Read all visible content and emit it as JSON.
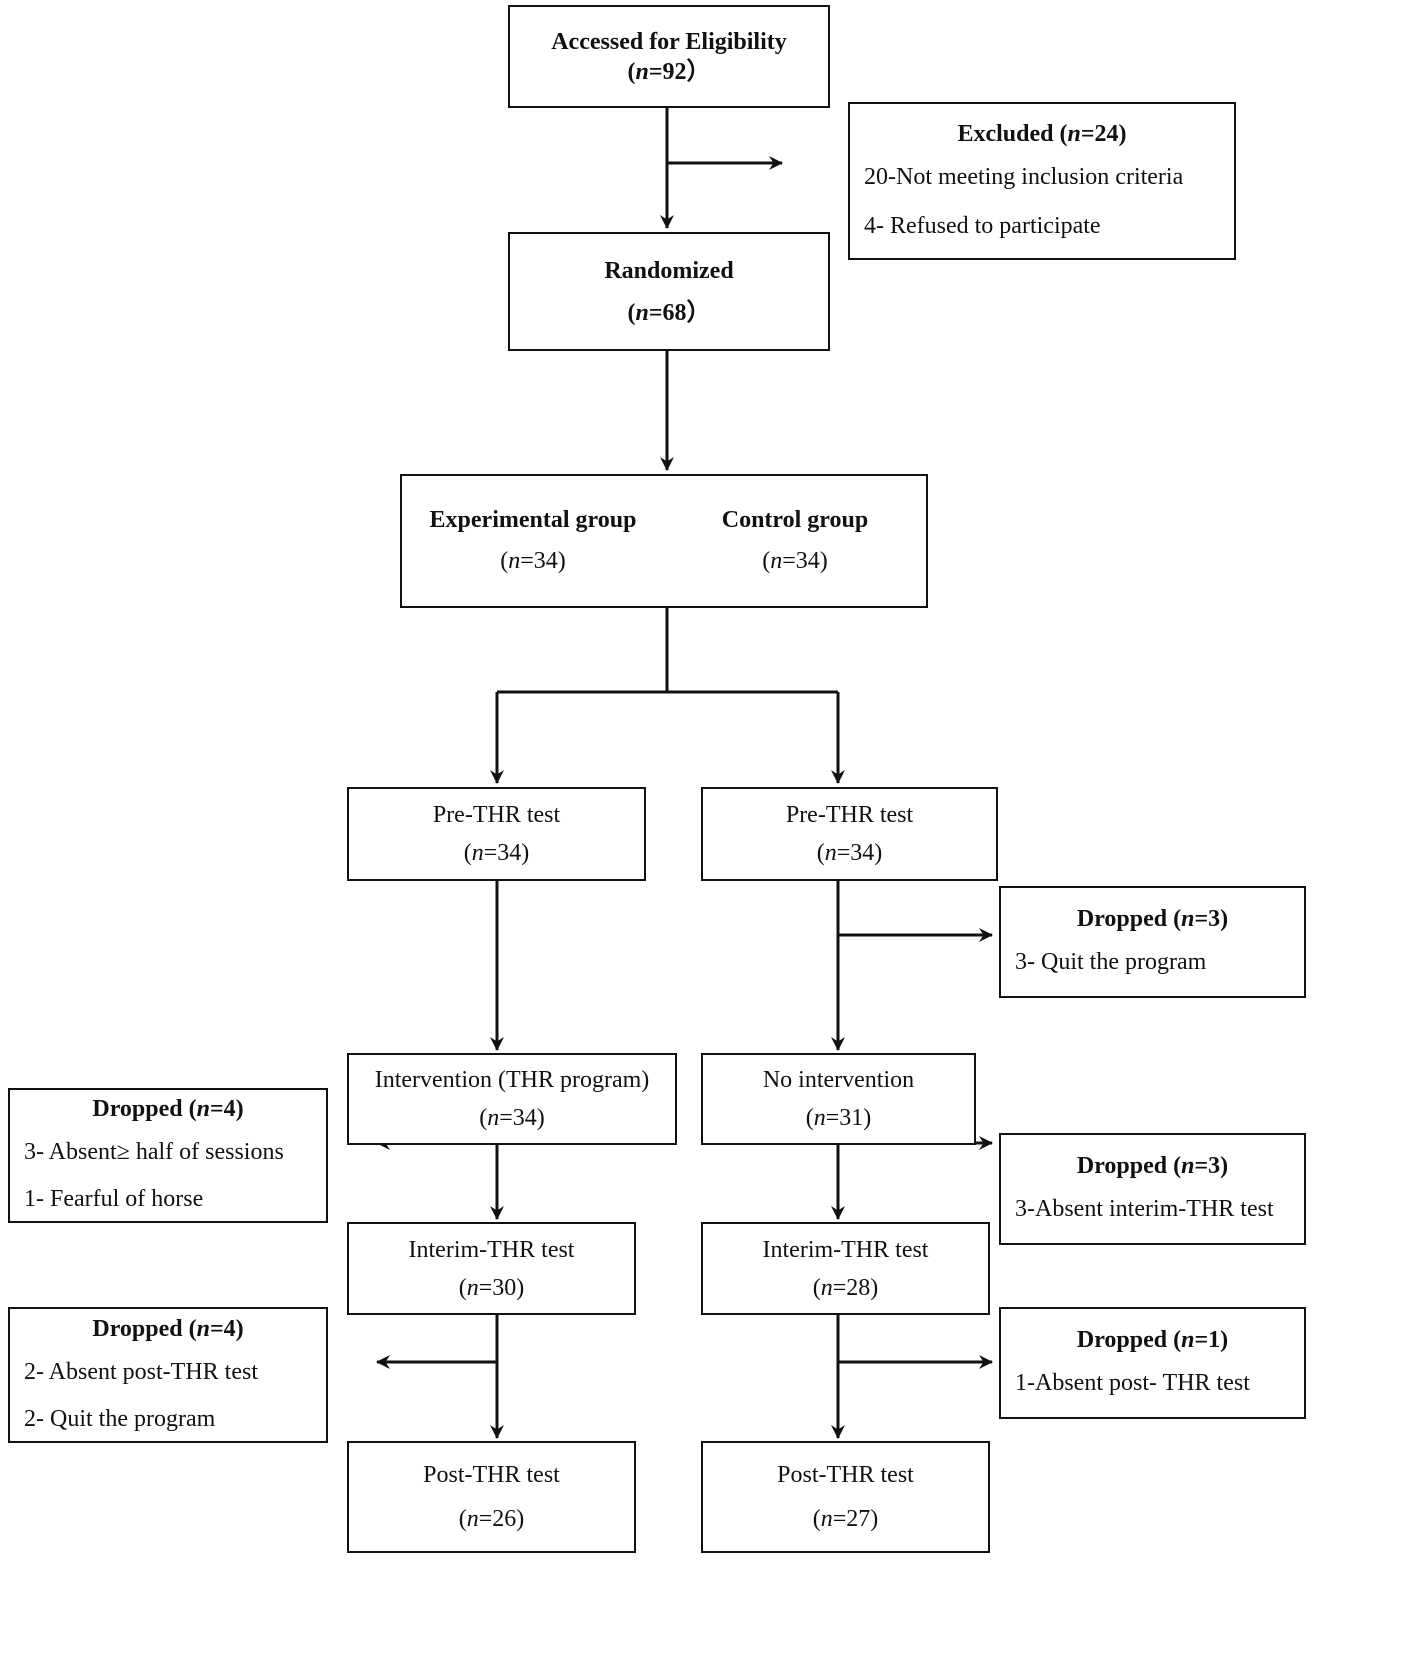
{
  "diagram": {
    "title": "CONSORT participant flow diagram",
    "nodes": {
      "eligibility": {
        "label": "Accessed for Eligibility",
        "count": "(n=92）"
      },
      "excluded": {
        "title": "Excluded (n=24)",
        "lines": [
          "20-Not meeting inclusion criteria",
          "4- Refused to participate"
        ]
      },
      "randomized": {
        "label": "Randomized",
        "count": "(n=68）"
      },
      "groups": {
        "experimental": {
          "label": "Experimental group",
          "count": "(n=34)"
        },
        "control": {
          "label": "Control group",
          "count": "(n=34)"
        }
      },
      "pre_thr_left": {
        "label": "Pre-THR test",
        "count": "(n=34)"
      },
      "pre_thr_right": {
        "label": "Pre-THR test",
        "count": "(n=34)"
      },
      "dropped_right_1": {
        "title": "Dropped (n=3)",
        "lines": [
          "3- Quit the program"
        ]
      },
      "intervention": {
        "label": "Intervention (THR program)",
        "count": "(n=34)"
      },
      "no_intervention": {
        "label": "No intervention",
        "count": "(n=31)"
      },
      "dropped_left_1": {
        "title": "Dropped (n=4)",
        "lines": [
          "3- Absent≥ half of sessions",
          "1- Fearful of horse"
        ]
      },
      "dropped_right_2": {
        "title": "Dropped (n=3)",
        "lines": [
          "3-Absent interim-THR test"
        ]
      },
      "interim_left": {
        "label": "Interim-THR test",
        "count": "(n=30)"
      },
      "interim_right": {
        "label": "Interim-THR test",
        "count": "(n=28)"
      },
      "dropped_left_2": {
        "title": "Dropped (n=4)",
        "lines": [
          "2- Absent post-THR test",
          "2- Quit the program"
        ]
      },
      "dropped_right_3": {
        "title": "Dropped (n=1)",
        "lines": [
          "1-Absent post- THR test"
        ]
      },
      "post_left": {
        "label": "Post-THR test",
        "count": "(n=26)"
      },
      "post_right": {
        "label": "Post-THR test",
        "count": "(n=27)"
      }
    },
    "colors": {
      "stroke": "#111111",
      "background": "#ffffff"
    }
  }
}
